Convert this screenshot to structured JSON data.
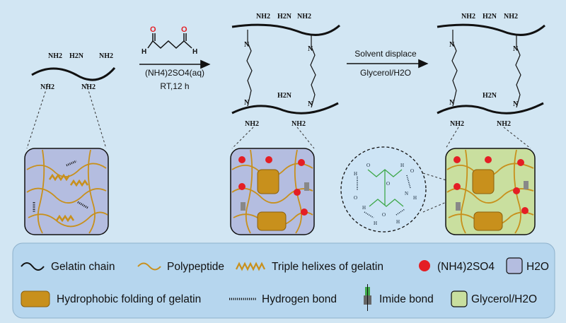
{
  "reaction": {
    "reagent_line1": "(NH4)2SO4(aq)",
    "reagent_line2": "RT,12 h",
    "step2_line1": "Solvent displace",
    "step2_line2": "Glycerol/H2O"
  },
  "molecules": {
    "nh2": "NH2",
    "h2n": "H2N"
  },
  "zoom": {
    "atoms": {
      "h": "H",
      "o": "O",
      "n": "N"
    }
  },
  "legend": {
    "gelatin_chain": "Gelatin chain",
    "polypeptide": "Polypeptide",
    "triple_helix": "Triple helixes of gelatin",
    "salt": "(NH4)2SO4",
    "water": "H2O",
    "hydrophobic": "Hydrophobic folding of gelatin",
    "hydrogen_bond": "Hydrogen bond",
    "imide_bond": "Imide bond",
    "glycerol_water": "Glycerol/H2O"
  },
  "colors": {
    "background": "#d2e6f3",
    "polypeptide": "#c8901c",
    "salt": "#e41e24",
    "water_box": "#b4bde0",
    "glycerol_box": "#c9df9f",
    "glycerol_bond": "#3fa84a",
    "legend_box": "#b6d6ee"
  }
}
